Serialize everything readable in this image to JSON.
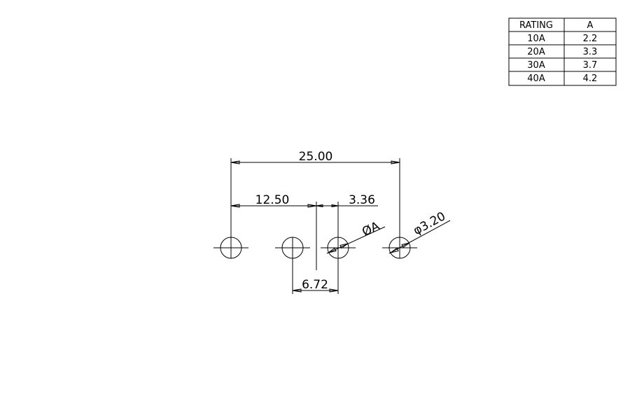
{
  "table": {
    "headers": [
      "RATING",
      "A"
    ],
    "rows": [
      [
        "10A",
        "2.2"
      ],
      [
        "20A",
        "3.3"
      ],
      [
        "30A",
        "3.7"
      ],
      [
        "40A",
        "4.2"
      ]
    ]
  },
  "dimensions": {
    "overall": "25.00",
    "half": "12.50",
    "offset": "3.36",
    "spacing": "6.72",
    "hole_variable": "ØA",
    "hole_fixed": "φ3.20"
  }
}
